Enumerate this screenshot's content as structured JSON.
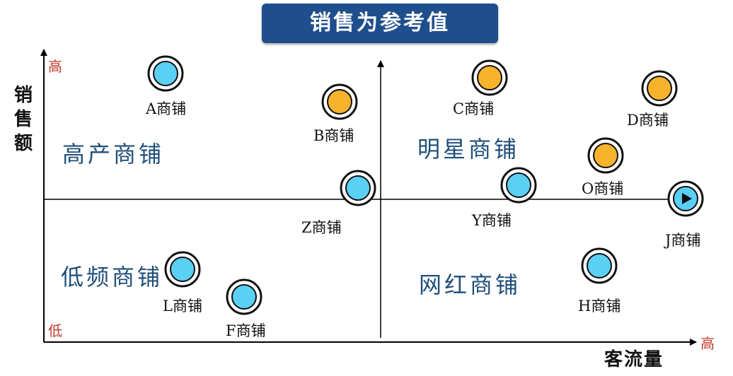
{
  "title": "销售为参考值",
  "axes": {
    "y_label": "销售额",
    "x_label": "客流量",
    "y_high": "高",
    "y_low": "低",
    "x_high": "高"
  },
  "quadrants": {
    "top_left": "高产商铺",
    "top_right": "明星商铺",
    "bottom_left": "低频商铺",
    "bottom_right": "网红商铺"
  },
  "colors": {
    "title_bg": "#1f4e8c",
    "blue_dot": "#5bd0f5",
    "orange_dot": "#f7b32b",
    "quadrant_text": "#1f4e79",
    "tick_text": "#c0392b"
  },
  "stores": [
    {
      "id": "A",
      "label": "A商铺",
      "color": "blue"
    },
    {
      "id": "B",
      "label": "B商铺",
      "color": "orange"
    },
    {
      "id": "C",
      "label": "C商铺",
      "color": "orange"
    },
    {
      "id": "D",
      "label": "D商铺",
      "color": "orange"
    },
    {
      "id": "O",
      "label": "O商铺",
      "color": "orange"
    },
    {
      "id": "Z",
      "label": "Z商铺",
      "color": "blue"
    },
    {
      "id": "Y",
      "label": "Y商铺",
      "color": "blue"
    },
    {
      "id": "J",
      "label": "J商铺",
      "color": "blue",
      "icon": "play-icon"
    },
    {
      "id": "L",
      "label": "L商铺",
      "color": "blue"
    },
    {
      "id": "F",
      "label": "F商铺",
      "color": "blue"
    },
    {
      "id": "H",
      "label": "H商铺",
      "color": "blue"
    }
  ]
}
